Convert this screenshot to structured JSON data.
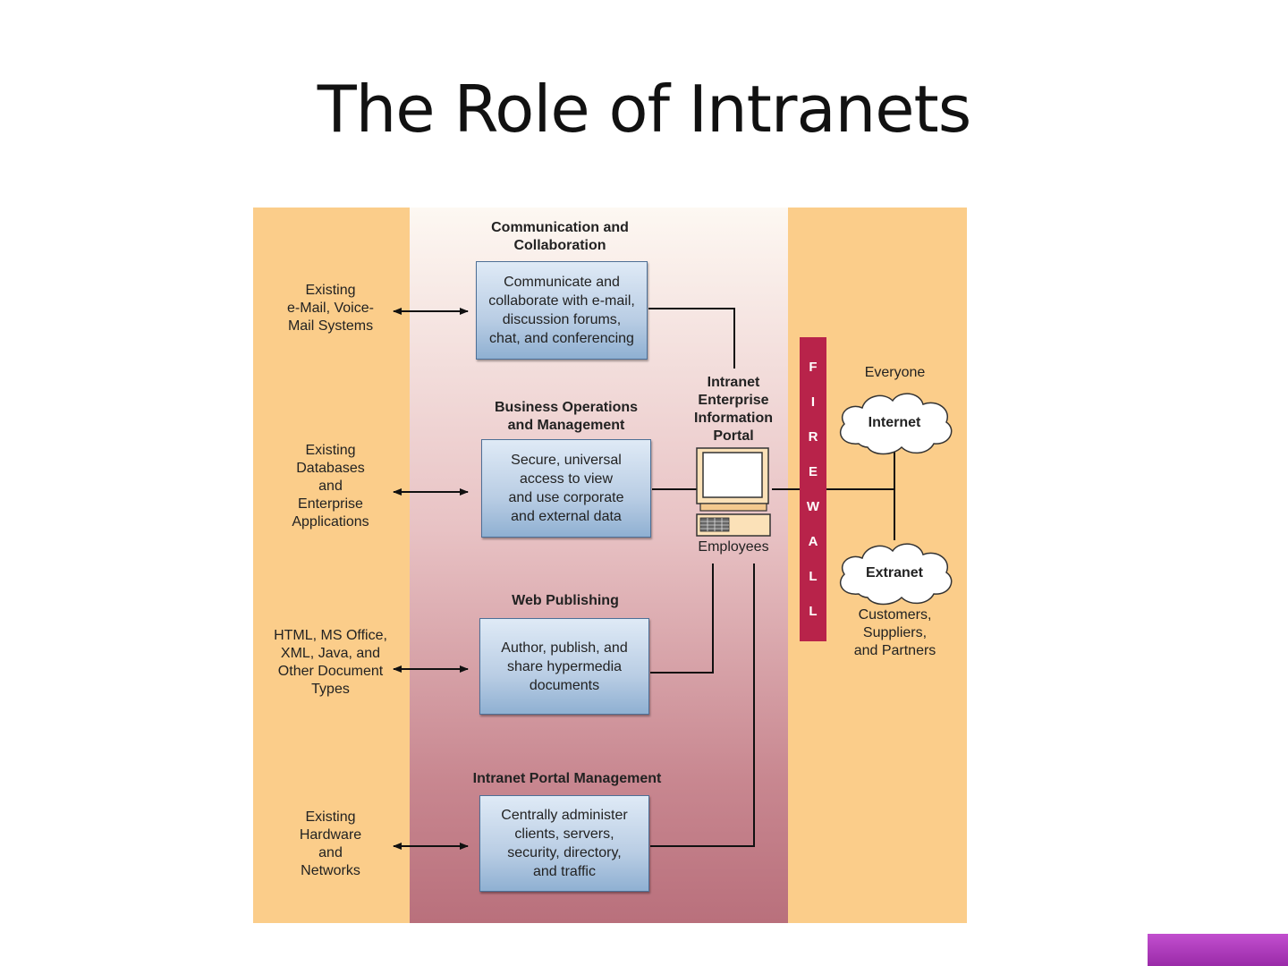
{
  "slide": {
    "title": "The Role of Intranets"
  },
  "external": [
    "Existing\ne-Mail, Voice-\nMail Systems",
    "Existing\nDatabases\nand\nEnterprise\nApplications",
    "HTML, MS Office,\nXML, Java, and\nOther Document\nTypes",
    "Existing\nHardware\nand\nNetworks"
  ],
  "sections": [
    {
      "title": "Communication and\nCollaboration",
      "body": "Communicate and\ncollaborate with e-mail,\ndiscussion forums,\nchat, and conferencing"
    },
    {
      "title": "Business Operations\nand Management",
      "body": "Secure, universal\naccess to view\nand use corporate\nand external data"
    },
    {
      "title": "Web Publishing",
      "body": "Author, publish, and\nshare hypermedia\ndocuments"
    },
    {
      "title": "Intranet Portal Management",
      "body": "Centrally administer\nclients, servers,\nsecurity, directory,\nand traffic"
    }
  ],
  "portal": {
    "label": "Intranet\nEnterprise\nInformation\nPortal",
    "employees": "Employees"
  },
  "firewall": {
    "letters": [
      "F",
      "I",
      "R",
      "E",
      "W",
      "A",
      "L",
      "L"
    ]
  },
  "internet": {
    "caption": "Everyone",
    "label": "Internet"
  },
  "extranet": {
    "label": "Extranet",
    "caption": "Customers,\nSuppliers,\nand Partners"
  },
  "colors": {
    "side_panel": "#fbcd8a",
    "firewall": "#b8234a",
    "box_border": "#4d6f96",
    "nav_button": "#b03fbe"
  }
}
